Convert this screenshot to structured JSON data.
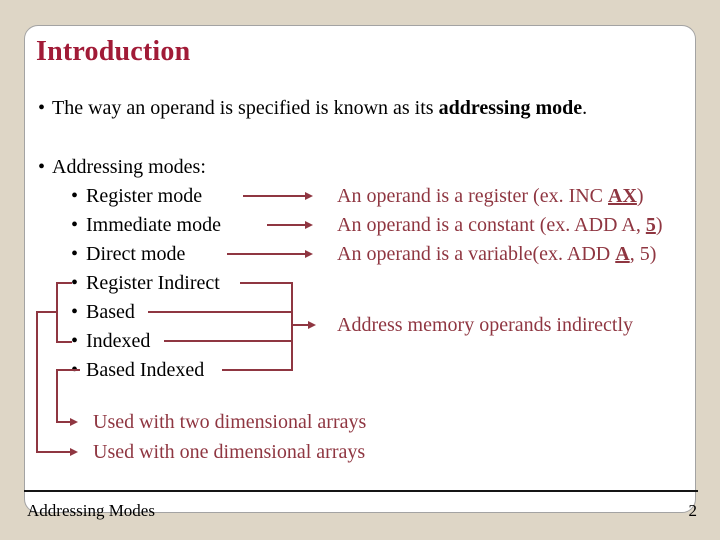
{
  "slide": {
    "title": "Introduction",
    "intro_bullet": {
      "pre": "The way an operand is specified is known as its ",
      "bold": "addressing mode",
      "post": "."
    },
    "modes_heading": "Addressing modes:",
    "modes": [
      "Register mode",
      "Immediate mode",
      "Direct mode",
      "Register Indirect",
      "Based",
      "Indexed",
      "Based Indexed"
    ],
    "annotations": {
      "register": {
        "pre": "An operand is a register (ex. INC ",
        "em": "AX",
        "post": ")"
      },
      "immediate": {
        "pre": "An operand is a constant (ex. ADD A, ",
        "em": "5",
        "post": ")"
      },
      "direct": {
        "pre": "An operand is a variable(ex. ADD ",
        "em": "A",
        "post": ", 5)"
      },
      "indirect_group": "Address memory operands indirectly",
      "two_dimensional": "Used with two dimensional arrays",
      "one_dimensional": "Used with one dimensional arrays"
    },
    "footer": {
      "left": "Addressing Modes",
      "page_number": "2"
    },
    "colors": {
      "background": "#ded6c6",
      "card": "#ffffff",
      "title_red": "#a11b37",
      "accent_red": "#8f3641",
      "text": "#000000"
    }
  }
}
